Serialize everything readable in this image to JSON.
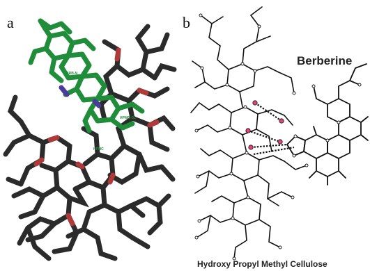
{
  "panels": {
    "a": {
      "letter": "a",
      "atom_labels": [
        "BRB-N",
        "HPMC-O1",
        "HPMC"
      ]
    },
    "b": {
      "letter": "b",
      "molecule_label": "Berberine",
      "polymer_label": "Hydroxy Propyl Methyl Cellulose"
    }
  },
  "colors": {
    "polymer_stick": "#2b2b2b",
    "berberine_stick": "#1f8d3a",
    "nitrogen_atom": "#4a3a9a",
    "oxygen_atom": "#b03a3a",
    "interaction_atom": "#e0457a",
    "ballstick_bond": "#111111"
  }
}
